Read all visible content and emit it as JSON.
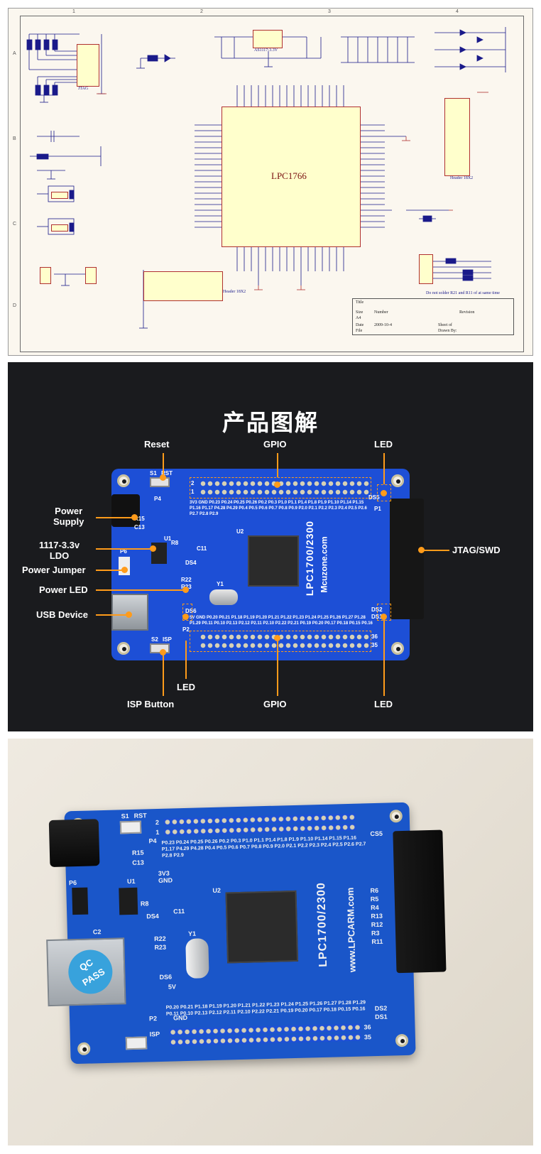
{
  "schematic": {
    "mcu_label": "LPC1766",
    "jtag_header_label": "JTAG",
    "header_labels": [
      "Header 18X2",
      "Header 18X2"
    ],
    "regulator_label": "AS1117-3.3V",
    "note": "Do not solder R21 and R11 of at same time",
    "title_block": {
      "title": "Title",
      "size_label": "Size",
      "size_value": "A4",
      "number_label": "Number",
      "revision_label": "Revision",
      "date_label": "Date",
      "date_value": "2009-10-4",
      "sheet_label": "Sheet of",
      "file_label": "File",
      "drawn_label": "Drawn By:"
    },
    "zone_numbers": [
      "1",
      "2",
      "3",
      "4"
    ],
    "zone_letters": [
      "A",
      "B",
      "C",
      "D"
    ]
  },
  "diagram": {
    "title": "产品图解",
    "callouts": {
      "reset": "Reset",
      "gpio_top": "GPIO",
      "led_top_right": "LED",
      "power_supply": "Power\nSupply",
      "ldo": "1117-3.3v\nLDO",
      "power_jumper": "Power Jumper",
      "power_led": "Power LED",
      "usb_device": "USB Device",
      "jtag_swd": "JTAG/SWD",
      "led_bottom_left": "LED",
      "isp_button": "ISP Button",
      "gpio_bottom": "GPIO",
      "led_bottom_right": "LED"
    },
    "silkscreen": {
      "board_name": "LPC1700/2300",
      "site": "Mcuzone.com",
      "top_pins": "3V3 GND P0.23 P0.24 P0.25 P0.26 P0.2 P0.3 P1.0 P1.1 P1.4 P1.8 P1.9 P1.10 P1.14 P1.15 P1.16 P1.17 P4.28 P4.29 P0.4 P0.5 P0.6 P0.7 P0.8 P0.9 P2.0 P2.1 P2.2 P2.3 P2.4 P2.5 P2.6 P2.7 P2.8 P2.9",
      "bottom_pins": "5V GND P0.20 P0.21 P1.18 P1.19 P1.20 P1.21 P1.22 P1.23 P1.24 P1.25 P1.26 P1.27 P1.28 P1.29 P0.11 P0.10 P2.13 P2.12 P2.11 P2.10 P2.22 P2.21 P0.19 P0.20 P0.17 P0.18 P0.15 P0.16",
      "pin_1": "1",
      "pin_2": "2",
      "pin_35": "35",
      "pin_36": "36",
      "s1": "S1",
      "rst": "RST",
      "s2": "S2",
      "isp": "ISP",
      "p4": "P4",
      "p6": "P6",
      "u1": "U1",
      "u2": "U2",
      "y1": "Y1",
      "p1": "P1",
      "p2": "P2",
      "ds1": "DS1",
      "ds2": "DS2",
      "ds4": "DS4",
      "ds5": "DS5",
      "ds6": "DS6",
      "r15": "R15",
      "c13": "C13",
      "c11": "C11",
      "r8": "R8",
      "r22": "R22",
      "r23": "R23"
    }
  },
  "photo": {
    "board_name": "LPC1700/2300",
    "site": "www.LPCARM.com",
    "qc_sticker": "QC\nPASS",
    "silk_labels": [
      "S1",
      "RST",
      "P4",
      "R15",
      "C13",
      "3V3",
      "GND",
      "P6",
      "U1",
      "R8",
      "DS4",
      "C11",
      "C2",
      "Y1",
      "R22",
      "R23",
      "DS6",
      "5V",
      "P2",
      "GND",
      "ISP",
      "U2",
      "DS1",
      "DS2",
      "CS5",
      "R6",
      "R5",
      "R4",
      "R13",
      "R12",
      "R3",
      "R11"
    ],
    "top_pins": "P0.23 P0.24 P0.25 P0.26 P0.2 P0.3 P1.0 P1.1 P1.4 P1.8 P1.9 P1.10 P1.14 P1.15 P1.16 P1.17 P4.29 P4.28 P0.4 P0.5 P0.6 P0.7 P0.8 P0.9 P2.0 P2.1 P2.2 P2.3 P2.4 P2.5 P2.6 P2.7 P2.8 P2.9",
    "bottom_pins": "P0.20 P0.21 P1.18 P1.19 P1.20 P1.21 P1.22 P1.23 P1.24 P1.25 P1.26 P1.27 P1.28 P1.29 P0.11 P0.10 P2.13 P2.12 P2.11 P2.10 P2.22 P2.21 P0.19 P0.20 P0.17 P0.18 P0.15 P0.16",
    "pin_labels": [
      "1",
      "2",
      "35",
      "36"
    ]
  },
  "colors": {
    "page_bg": "#ffffff",
    "schematic_bg": "#fbf7ef",
    "chip_fill": "#ffffcc",
    "chip_border": "#b03030",
    "diagram_bg": "#1a1b1e",
    "board_blue": "#1d4fd6",
    "callout_orange": "#ff9b1a",
    "photo_bg": "#e9e4da"
  }
}
